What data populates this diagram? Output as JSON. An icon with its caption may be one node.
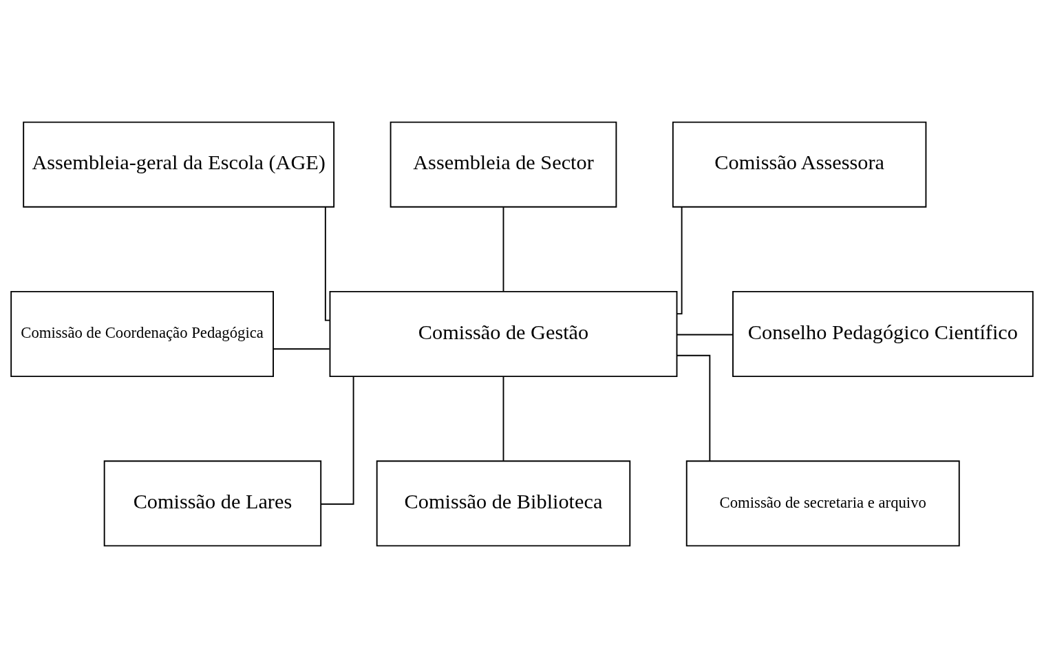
{
  "diagram": {
    "nodes": [
      {
        "text": [
          "Assembleia-geral da Escola (AGE)"
        ]
      },
      {
        "text": [
          "Assembleia de Sector"
        ]
      },
      {
        "text": [
          "Comissão Assessora"
        ]
      },
      {
        "text": [
          "Comissão de Coordenação Pedagógica"
        ]
      },
      {
        "text": [
          "Comissão de Gestão"
        ]
      },
      {
        "text": [
          "Conselho Pedagógico Científico"
        ]
      },
      {
        "text": [
          "Comissão de Lares"
        ]
      },
      {
        "text": [
          "Comissão de Biblioteca"
        ]
      },
      {
        "text": [
          "Comissão de secretaria e arquivo"
        ]
      }
    ],
    "edges": [
      {
        "from": 0,
        "to": 4,
        "arrow": "none"
      },
      {
        "from": 1,
        "to": 4,
        "arrow": "none"
      },
      {
        "from": 4,
        "to": 2,
        "arrow": "none"
      },
      {
        "from": 3,
        "to": 4,
        "arrow": "none"
      },
      {
        "from": 4,
        "to": 5,
        "arrow": "none"
      },
      {
        "from": 4,
        "to": 6,
        "arrow": "none"
      },
      {
        "from": 4,
        "to": 7,
        "arrow": "none"
      },
      {
        "from": 4,
        "to": 8,
        "arrow": "none"
      }
    ]
  }
}
